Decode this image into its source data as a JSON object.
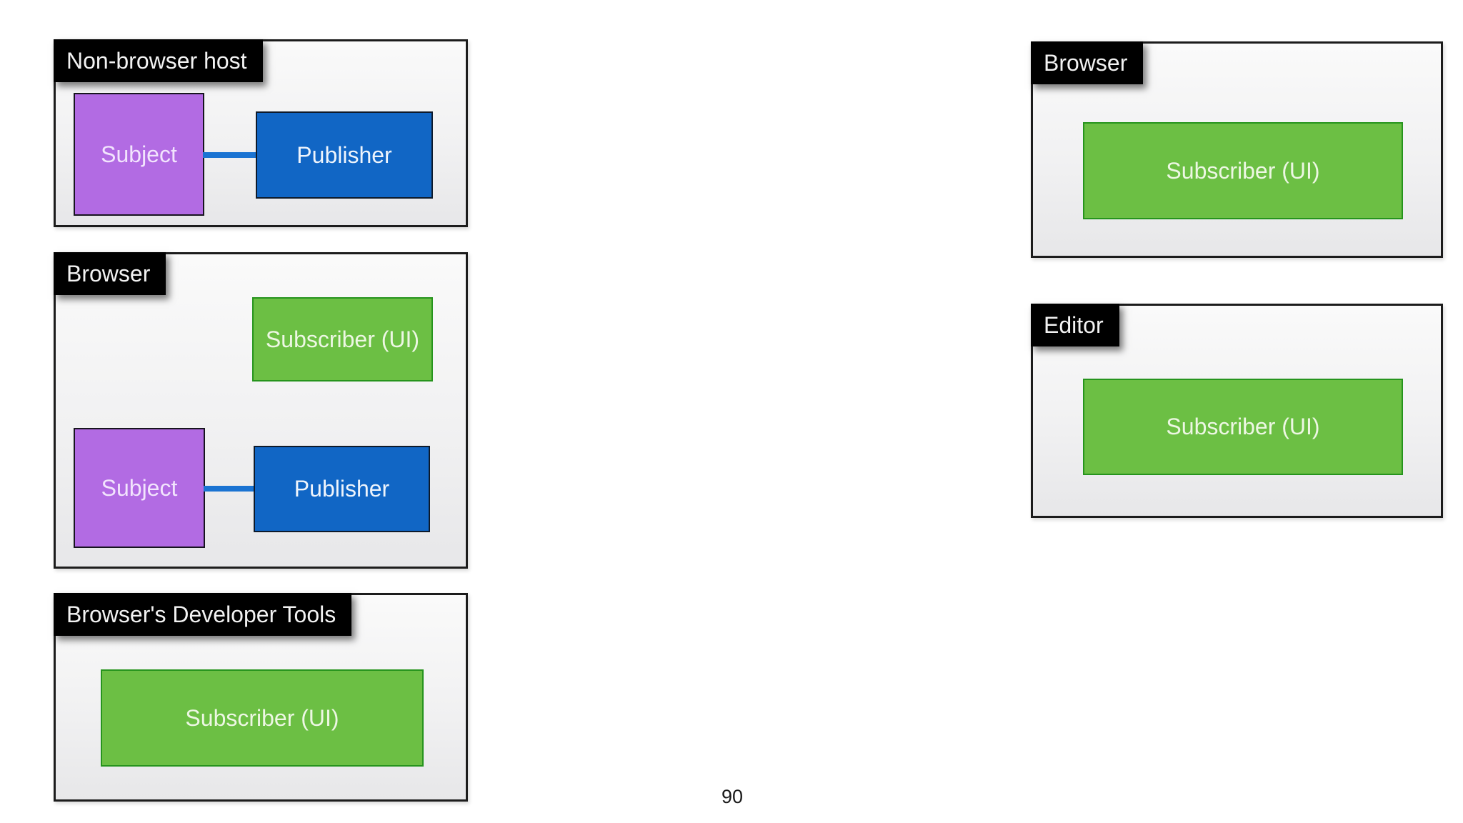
{
  "page_number": "90",
  "colors": {
    "subject_fill": "#b26be3",
    "publisher_fill": "#1166c5",
    "subscriber_fill": "#6cbf44",
    "subscriber_border": "#26941d",
    "connector": "#1a73d2",
    "label_bg": "#000000",
    "label_text": "#f2f2f2",
    "frame_bg_top": "#fafafa",
    "frame_bg_bottom": "#e7e7e9"
  },
  "containers": [
    {
      "label": "Non-browser host",
      "nodes": [
        {
          "label": "Subject"
        },
        {
          "label": "Publisher"
        }
      ]
    },
    {
      "label": "Browser",
      "nodes": [
        {
          "label": "Subscriber (UI)"
        },
        {
          "label": "Subject"
        },
        {
          "label": "Publisher"
        }
      ]
    },
    {
      "label": "Browser's Developer Tools",
      "nodes": [
        {
          "label": "Subscriber (UI)"
        }
      ]
    },
    {
      "label": "Browser",
      "nodes": [
        {
          "label": "Subscriber (UI)"
        }
      ]
    },
    {
      "label": "Editor",
      "nodes": [
        {
          "label": "Subscriber (UI)"
        }
      ]
    }
  ]
}
